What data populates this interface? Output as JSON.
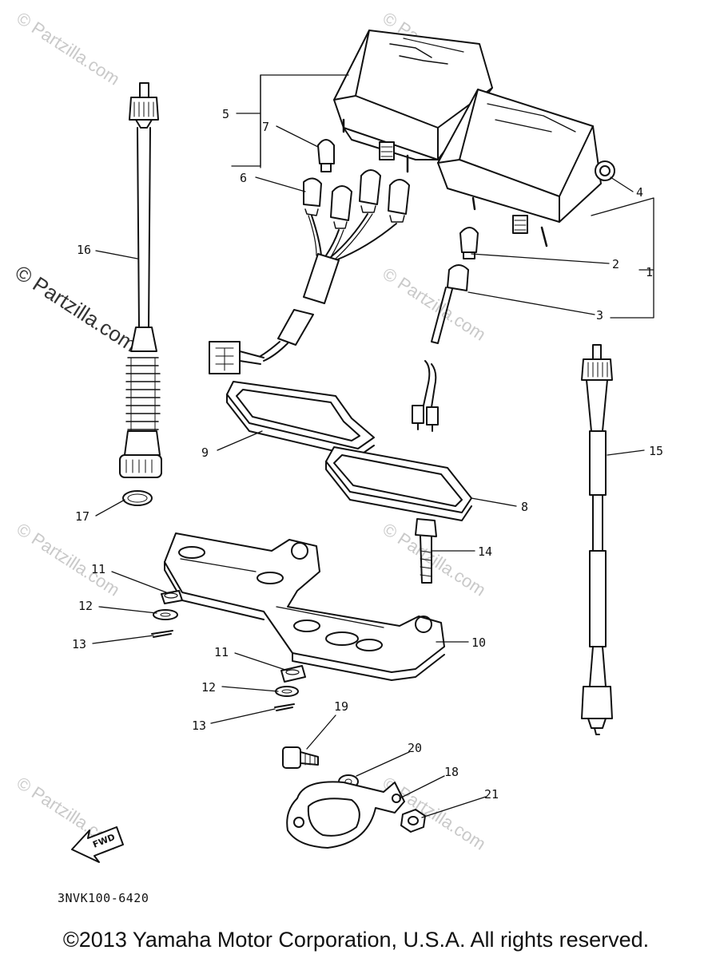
{
  "watermarks": {
    "small": "© Partzilla.com",
    "large": "© Partzilla.com"
  },
  "callouts": {
    "p1": "1",
    "p2": "2",
    "p3": "3",
    "p4": "4",
    "p5": "5",
    "p6": "6",
    "p7": "7",
    "p8": "8",
    "p9": "9",
    "p10": "10",
    "p11a": "11",
    "p11b": "11",
    "p12a": "12",
    "p12b": "12",
    "p13a": "13",
    "p13b": "13",
    "p14": "14",
    "p15": "15",
    "p16": "16",
    "p17": "17",
    "p18": "18",
    "p19": "19",
    "p20": "20",
    "p21": "21"
  },
  "fwd_arrow_label": "FWD",
  "diagram_code": "3NVK100-6420",
  "copyright": "©2013 Yamaha Motor Corporation, U.S.A. All rights reserved."
}
